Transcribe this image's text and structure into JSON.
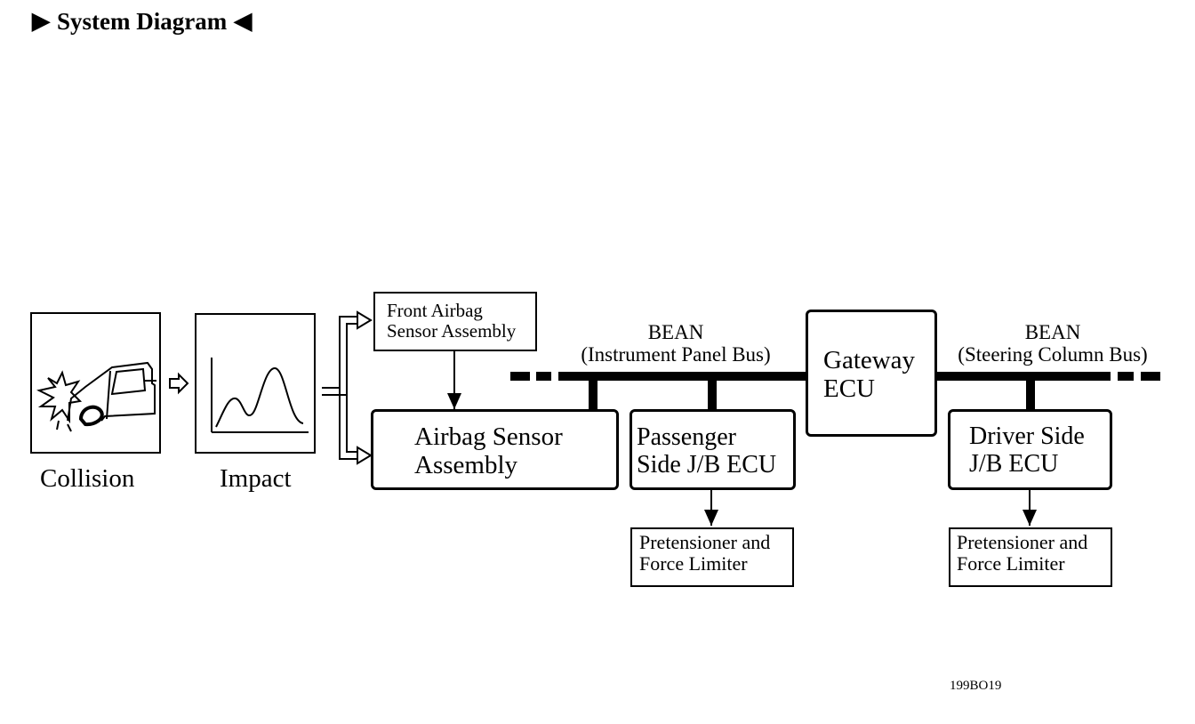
{
  "title": {
    "left_marker": "▶",
    "text": "System Diagram",
    "right_marker": "◀"
  },
  "blocks": {
    "collision": "Collision",
    "impact": "Impact",
    "front_airbag": [
      "Front Airbag",
      "Sensor Assembly"
    ],
    "airbag_sensor": [
      "Airbag Sensor",
      "Assembly"
    ],
    "passenger_ecu": [
      "Passenger",
      "Side J/B ECU"
    ],
    "gateway_ecu": [
      "Gateway",
      "ECU"
    ],
    "driver_ecu": [
      "Driver Side",
      "J/B ECU"
    ],
    "pretensioner_passenger": [
      "Pretensioner and",
      "Force Limiter"
    ],
    "pretensioner_driver": [
      "Pretensioner and",
      "Force Limiter"
    ]
  },
  "buses": {
    "instrument": [
      "BEAN",
      "(Instrument Panel Bus)"
    ],
    "steering": [
      "BEAN",
      "(Steering Column Bus)"
    ]
  },
  "figure_code": "199BO19"
}
